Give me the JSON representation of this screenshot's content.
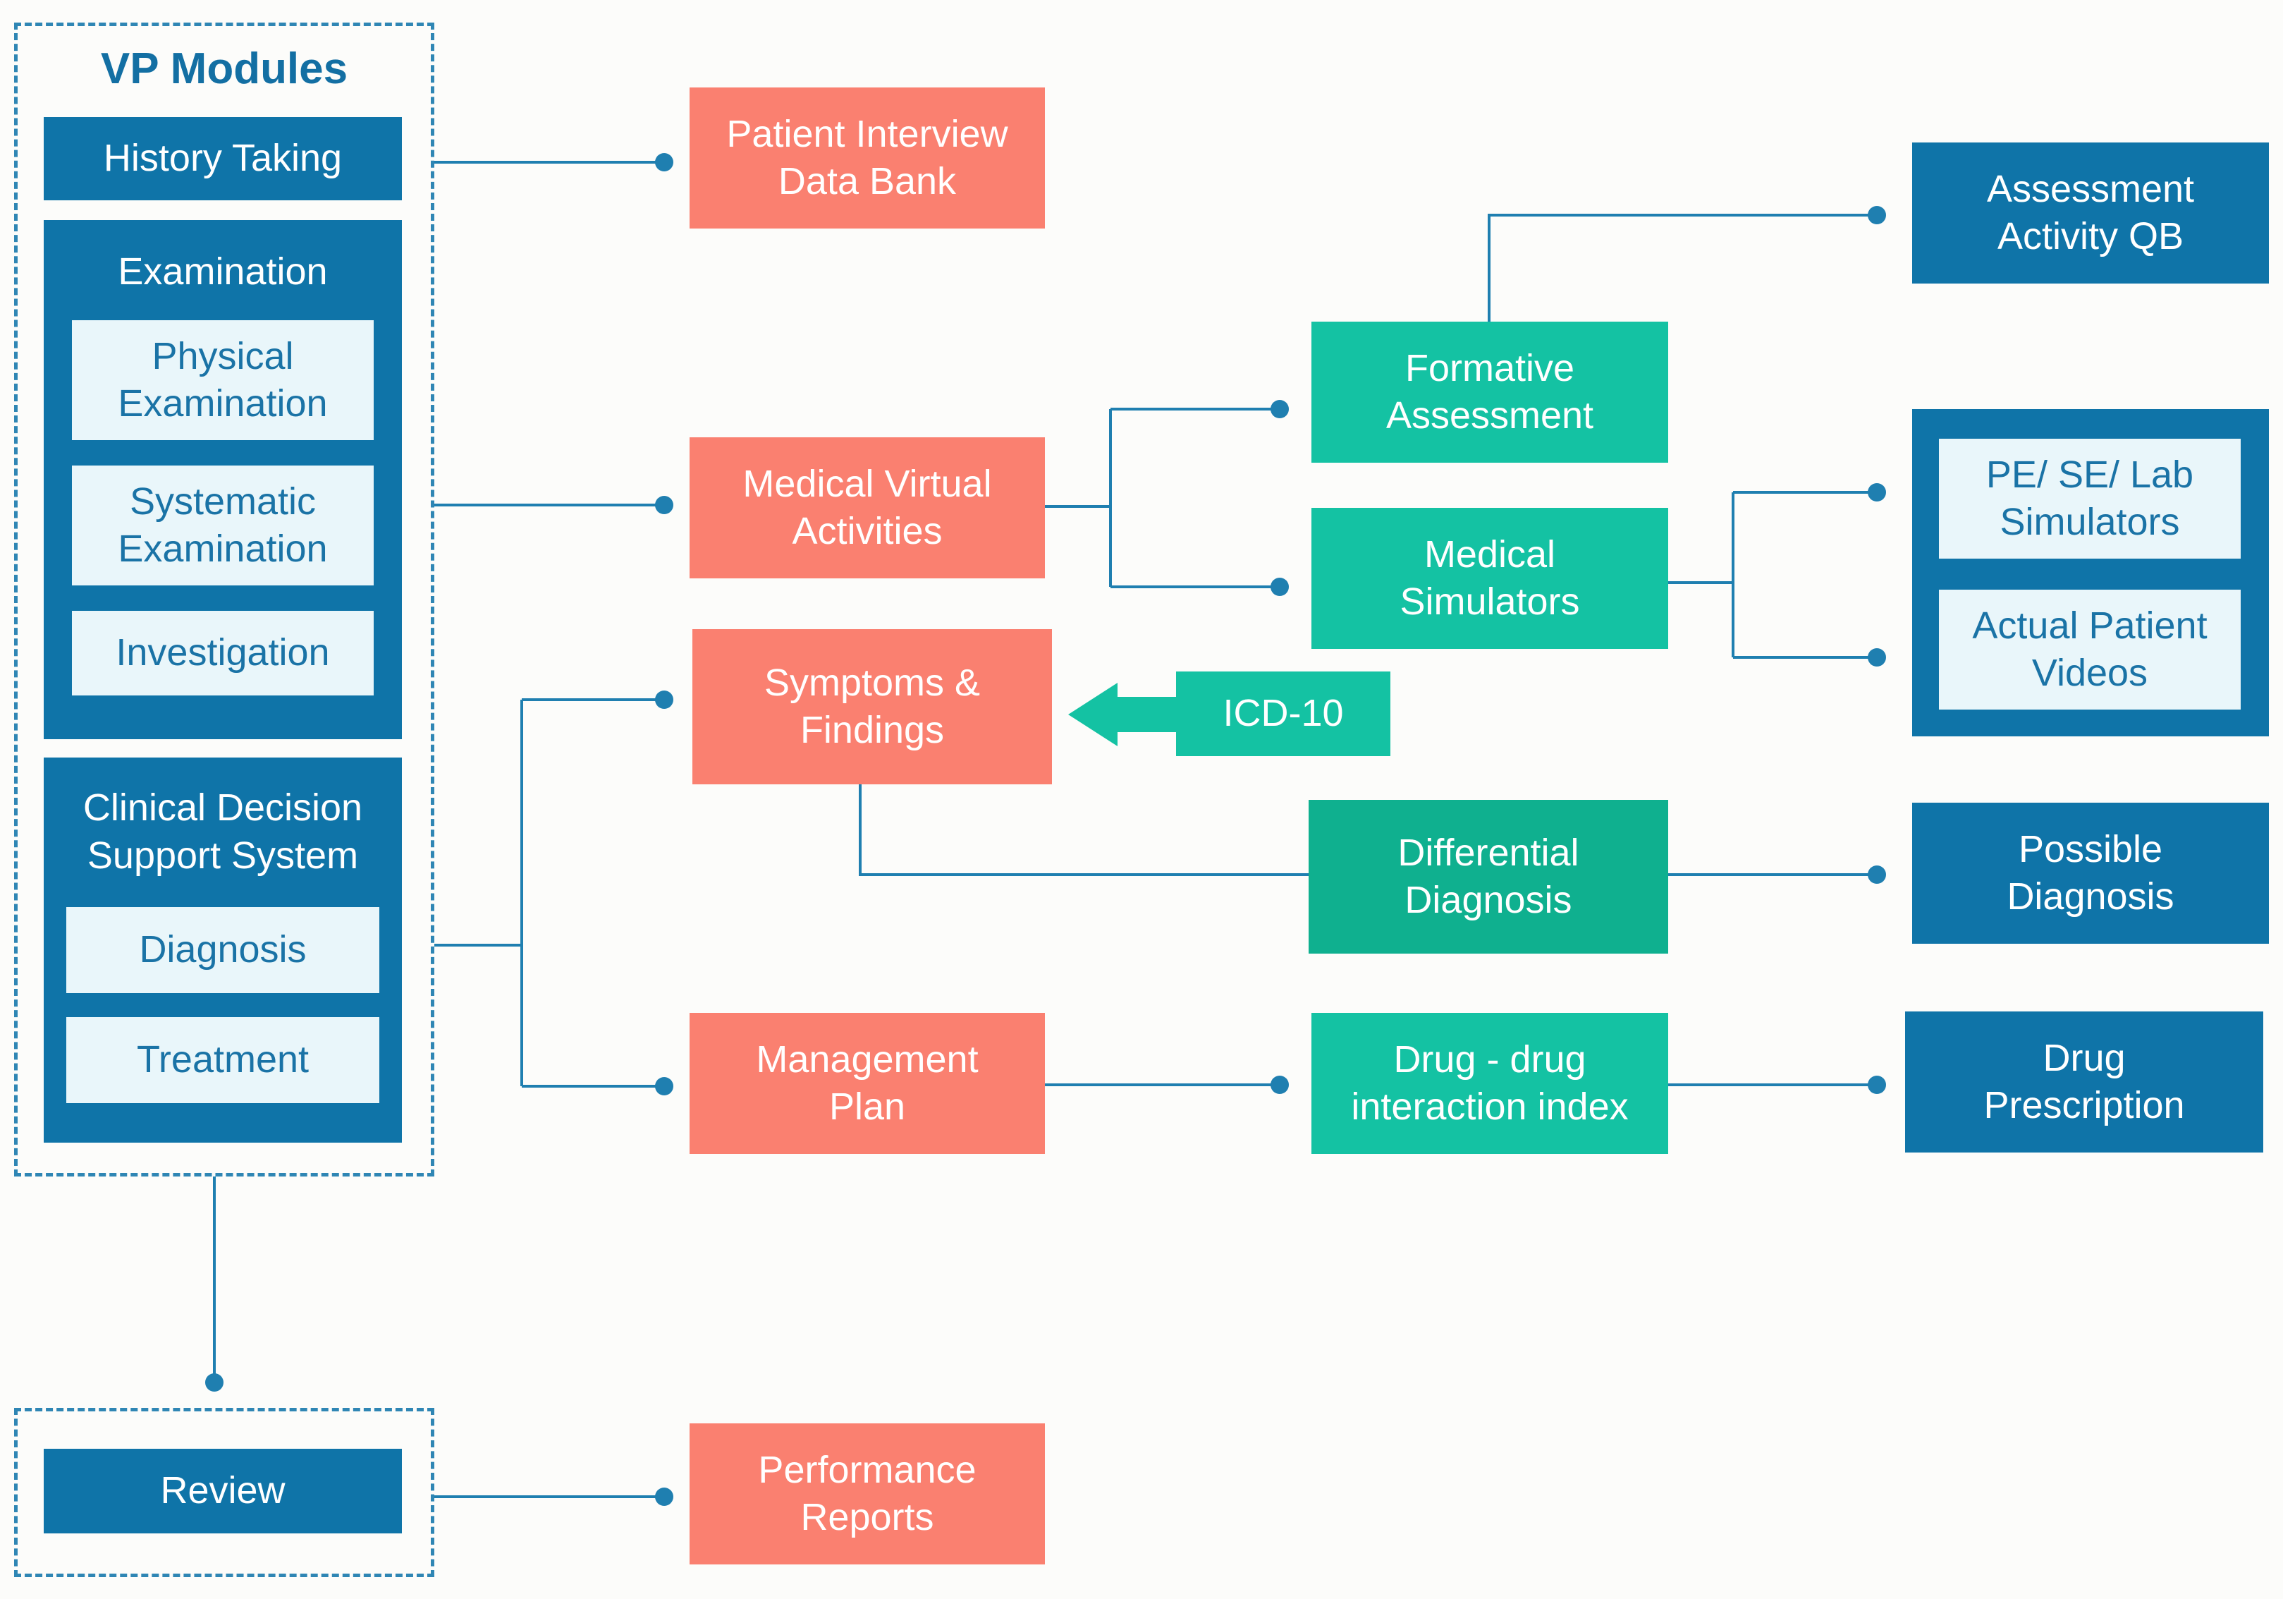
{
  "colors": {
    "blue": "#0f74a8",
    "coral": "#fa8070",
    "teal": "#14c2a3",
    "teal_dark": "#0fb08f",
    "light": "#e9f6fa",
    "line": "#1f7fb0"
  },
  "modules": {
    "title": "VP Modules",
    "history_taking": "History Taking",
    "examination": {
      "title": "Examination",
      "physical": "Physical\nExamination",
      "systematic": "Systematic\nExamination",
      "investigation": "Investigation"
    },
    "cdss": {
      "title": "Clinical Decision\nSupport System",
      "diagnosis": "Diagnosis",
      "treatment": "Treatment"
    },
    "review": "Review"
  },
  "components": {
    "patient_interview": "Patient Interview\nData Bank",
    "medical_virtual_activities": "Medical Virtual\nActivities",
    "symptoms_findings": "Symptoms &\nFindings",
    "management_plan": "Management\nPlan",
    "performance_reports": "Performance\nReports"
  },
  "middle": {
    "formative_assessment": "Formative\nAssessment",
    "medical_simulators": "Medical\nSimulators",
    "icd10": "ICD-10",
    "differential_diagnosis": "Differential\nDiagnosis",
    "drug_interaction": "Drug - drug\ninteraction index"
  },
  "outputs": {
    "assessment_qb": "Assessment\nActivity QB",
    "pe_se_lab": "PE/ SE/ Lab\nSimulators",
    "actual_patient_videos": "Actual Patient\nVideos",
    "possible_diagnosis": "Possible\nDiagnosis",
    "drug_prescription": "Drug\nPrescription"
  }
}
